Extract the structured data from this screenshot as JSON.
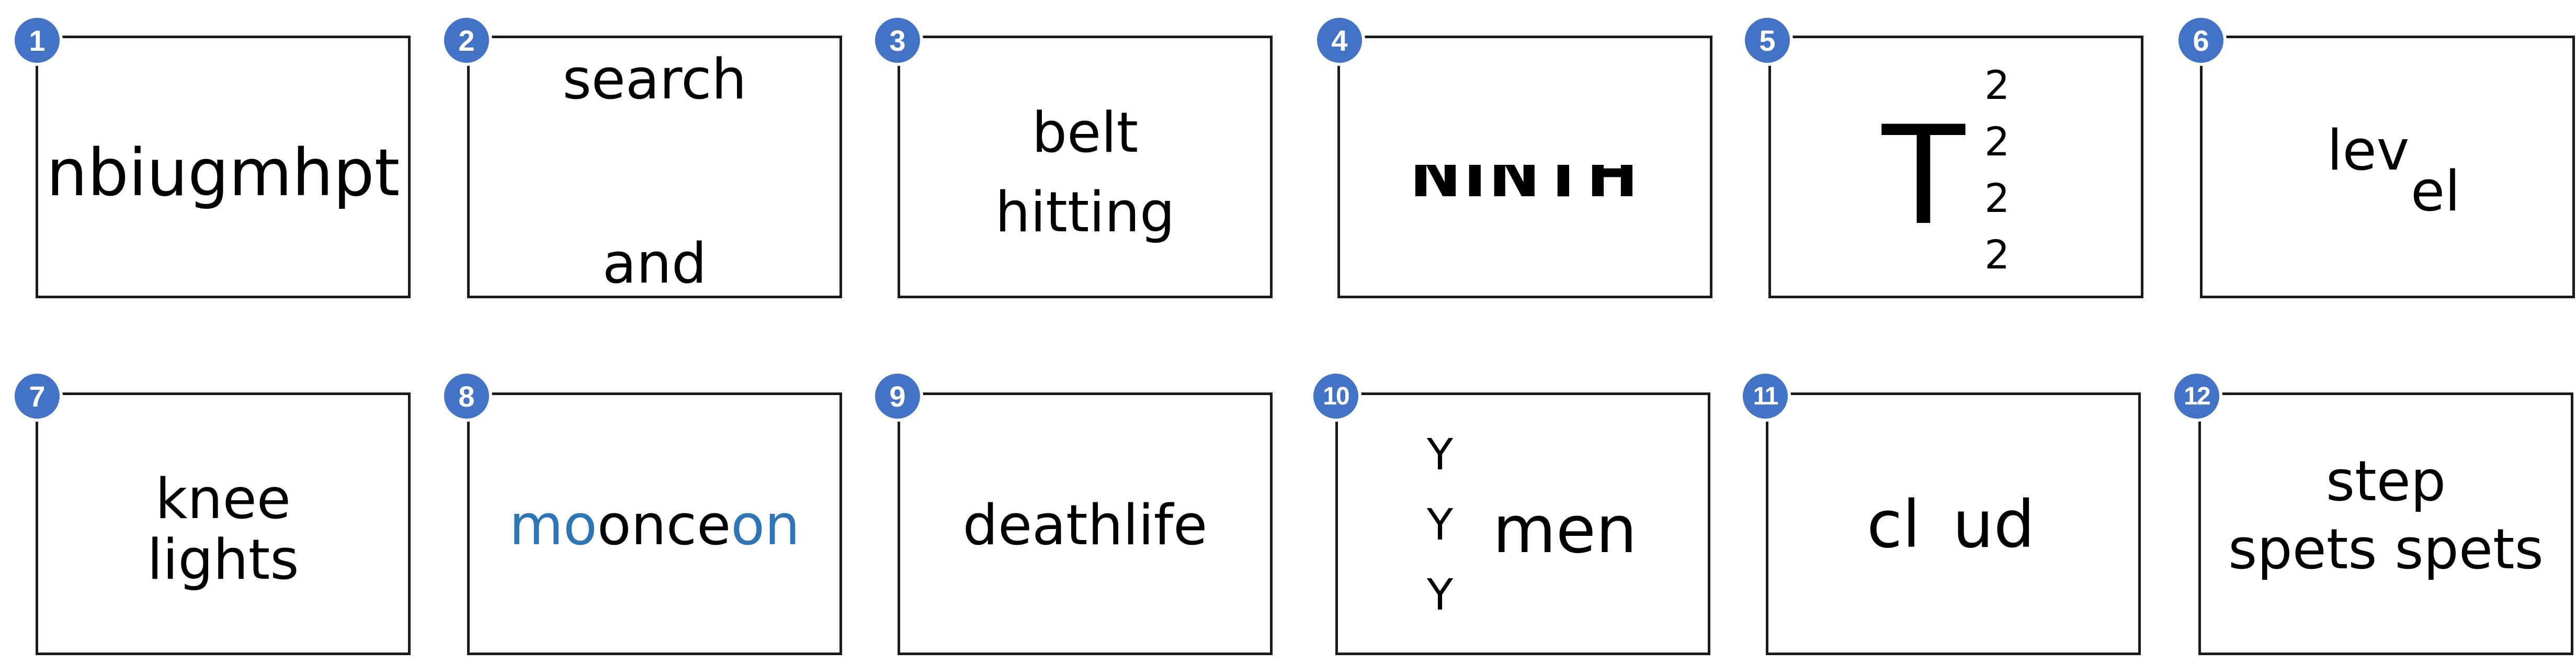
{
  "cards": [
    {
      "number": "1",
      "text": "nbiugmhpt"
    },
    {
      "number": "2",
      "line1": "search",
      "line2": "and"
    },
    {
      "number": "3",
      "line1": "belt",
      "line2": "hitting"
    },
    {
      "number": "4",
      "text": "NINTH"
    },
    {
      "number": "5",
      "big": "T",
      "digits": [
        "2",
        "2",
        "2",
        "2"
      ]
    },
    {
      "number": "6",
      "part1": "lev",
      "part2": "el"
    },
    {
      "number": "7",
      "line1": "knee",
      "line2": "lights"
    },
    {
      "number": "8",
      "pre": "mo",
      "mid": "once",
      "post": "on",
      "accent": "#2e75b6"
    },
    {
      "number": "9",
      "text": "deathlife"
    },
    {
      "number": "10",
      "letters": [
        "Y",
        "Y",
        "Y"
      ],
      "word": "men"
    },
    {
      "number": "11",
      "part1": "cl",
      "part2": "ud"
    },
    {
      "number": "12",
      "line1": "step",
      "line2": "spets spets"
    }
  ],
  "badge_color": "#4472c4"
}
